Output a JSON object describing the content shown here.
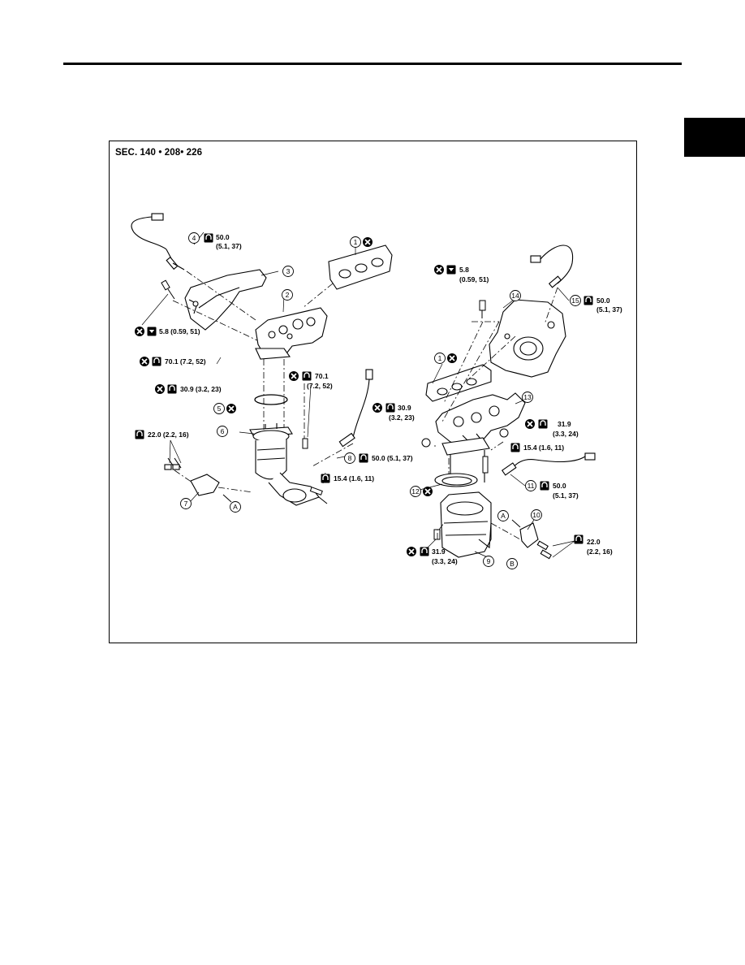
{
  "section": "SEC. 140 • 208• 226",
  "callouts": {
    "c4": "4",
    "c3": "3",
    "c1a": "1",
    "c2": "2",
    "c5": "5",
    "c6": "6",
    "c7": "7",
    "c8": "8",
    "c1b": "1",
    "c14": "14",
    "c15": "15",
    "c13": "13",
    "c12": "12",
    "c11": "11",
    "c10": "10",
    "c9": "9",
    "refA1": "A",
    "refA2": "A",
    "refB": "B"
  },
  "torque": {
    "t4_a": "50.0",
    "t4_b": "(5.1, 37)",
    "t_heatshield_bolt": "5.8 (0.59, 51)",
    "t_nut70": "70.1 (7.2, 52)",
    "t_nut309": "30.9 (3.2, 23)",
    "t_stud70_a": "70.1",
    "t_stud70_b": "(7.2, 52)",
    "t22_left": "22.0 (2.2, 16)",
    "t8": "50.0 (5.1, 37)",
    "t154_left": "15.4 (1.6, 11)",
    "t58_a": "5.8",
    "t58_b": "(0.59, 51)",
    "t15_a": "50.0",
    "t15_b": "(5.1, 37)",
    "t309r_a": "30.9",
    "t309r_b": "(3.2, 23)",
    "t319_top_a": "31.9",
    "t319_top_b": "(3.3, 24)",
    "t154_right": "15.4 (1.6, 11)",
    "t11_a": "50.0",
    "t11_b": "(5.1, 37)",
    "t22_right_a": "22.0",
    "t22_right_b": "(2.2, 16)",
    "t319_bot_a": "31.9",
    "t319_bot_b": "(3.3, 24)"
  },
  "icons": [
    "replace-part-icon",
    "torque-wrench-icon",
    "torque-wrench-angle-icon"
  ]
}
